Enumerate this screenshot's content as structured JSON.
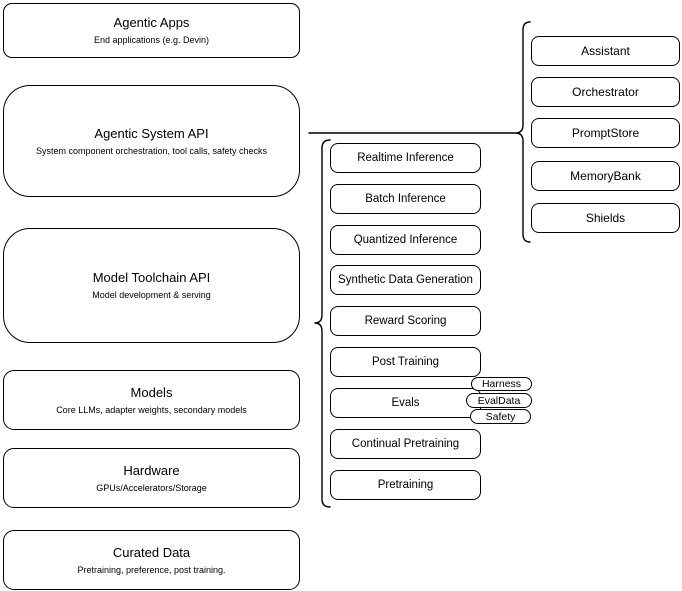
{
  "diagram": {
    "stack": [
      {
        "title": "Agentic Apps",
        "subtitle": "End applications (e.g. Devin)"
      },
      {
        "title": "Agentic System API",
        "subtitle": "System component orchestration, tool calls, safety checks"
      },
      {
        "title": "Model Toolchain API",
        "subtitle": "Model development & serving"
      },
      {
        "title": "Models",
        "subtitle": "Core LLMs, adapter weights, secondary models"
      },
      {
        "title": "Hardware",
        "subtitle": "GPUs/Accelerators/Storage"
      },
      {
        "title": "Curated Data",
        "subtitle": "Pretraining, preference, post training."
      }
    ],
    "toolchain": {
      "items": [
        "Realtime Inference",
        "Batch Inference",
        "Quantized Inference",
        "Synthetic Data Generation",
        "Reward Scoring",
        "Post Training",
        "Evals",
        "Continual Pretraining",
        "Pretraining"
      ]
    },
    "eval_tags": [
      "Harness",
      "EvalData",
      "Safety"
    ],
    "system": {
      "items": [
        "Assistant",
        "Orchestrator",
        "PromptStore",
        "MemoryBank",
        "Shields"
      ]
    },
    "colors": {
      "stroke": "#000000",
      "fill": "#ffffff",
      "text": "#000000",
      "background": "#ffffff"
    }
  }
}
